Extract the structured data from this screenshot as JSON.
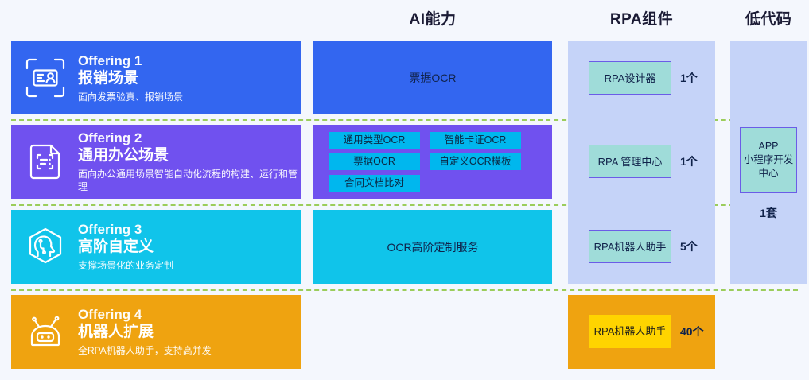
{
  "headers": {
    "ai": "AI能力",
    "rpa": "RPA组件",
    "lowcode": "低代码"
  },
  "offerings": [
    {
      "eyebrow": "Offering 1",
      "title": "报销场景",
      "desc": "面向发票验真、报销场景",
      "color": "#3366f0",
      "icon": "id-card-scan-icon"
    },
    {
      "eyebrow": "Offering 2",
      "title": "通用办公场景",
      "desc": "面向办公通用场景智能自动化流程的构建、运行和管理",
      "color": "#7051ef",
      "icon": "document-scan-icon"
    },
    {
      "eyebrow": "Offering 3",
      "title": "高阶自定义",
      "desc": "支撑场景化的业务定制",
      "color": "#10c4ea",
      "icon": "ai-head-hexagon-icon"
    },
    {
      "eyebrow": "Offering 4",
      "title": "机器人扩展",
      "desc": "全RPA机器人助手，支持高并发",
      "color": "#efa310",
      "icon": "robot-head-icon"
    }
  ],
  "ai_blocks": [
    {
      "label": "票据OCR",
      "color": "#3366f0"
    },
    {
      "label": "",
      "color": "#7051ef",
      "tags": [
        "通用类型OCR",
        "智能卡证OCR",
        "票据OCR",
        "自定义OCR模板",
        "合同文档比对"
      ]
    },
    {
      "label": "OCR高阶定制服务",
      "color": "#10c4ea"
    }
  ],
  "rpa_rows": [
    {
      "label": "RPA设计器",
      "count": "1个"
    },
    {
      "label": "RPA 管理中心",
      "count": "1个"
    },
    {
      "label": "RPA机器人助手",
      "count": "5个"
    },
    {
      "label": "RPA机器人助手",
      "count": "40个"
    }
  ],
  "lowcode": {
    "line1": "APP",
    "line2": "小程序开发",
    "line3": "中心",
    "count": "1套"
  },
  "colors": {
    "background": "#f4f7fd",
    "blue": "#3366f0",
    "purple": "#7051ef",
    "cyan": "#10c4ea",
    "orange": "#efa310",
    "panel_blue": "#c5d3f8",
    "chip_teal": "#9fdcd9",
    "chip_border": "#6b5ce7",
    "tag_cyan": "#00b7ee",
    "accent_yellow": "#ffd400",
    "separator_green": "#8cc63f"
  }
}
